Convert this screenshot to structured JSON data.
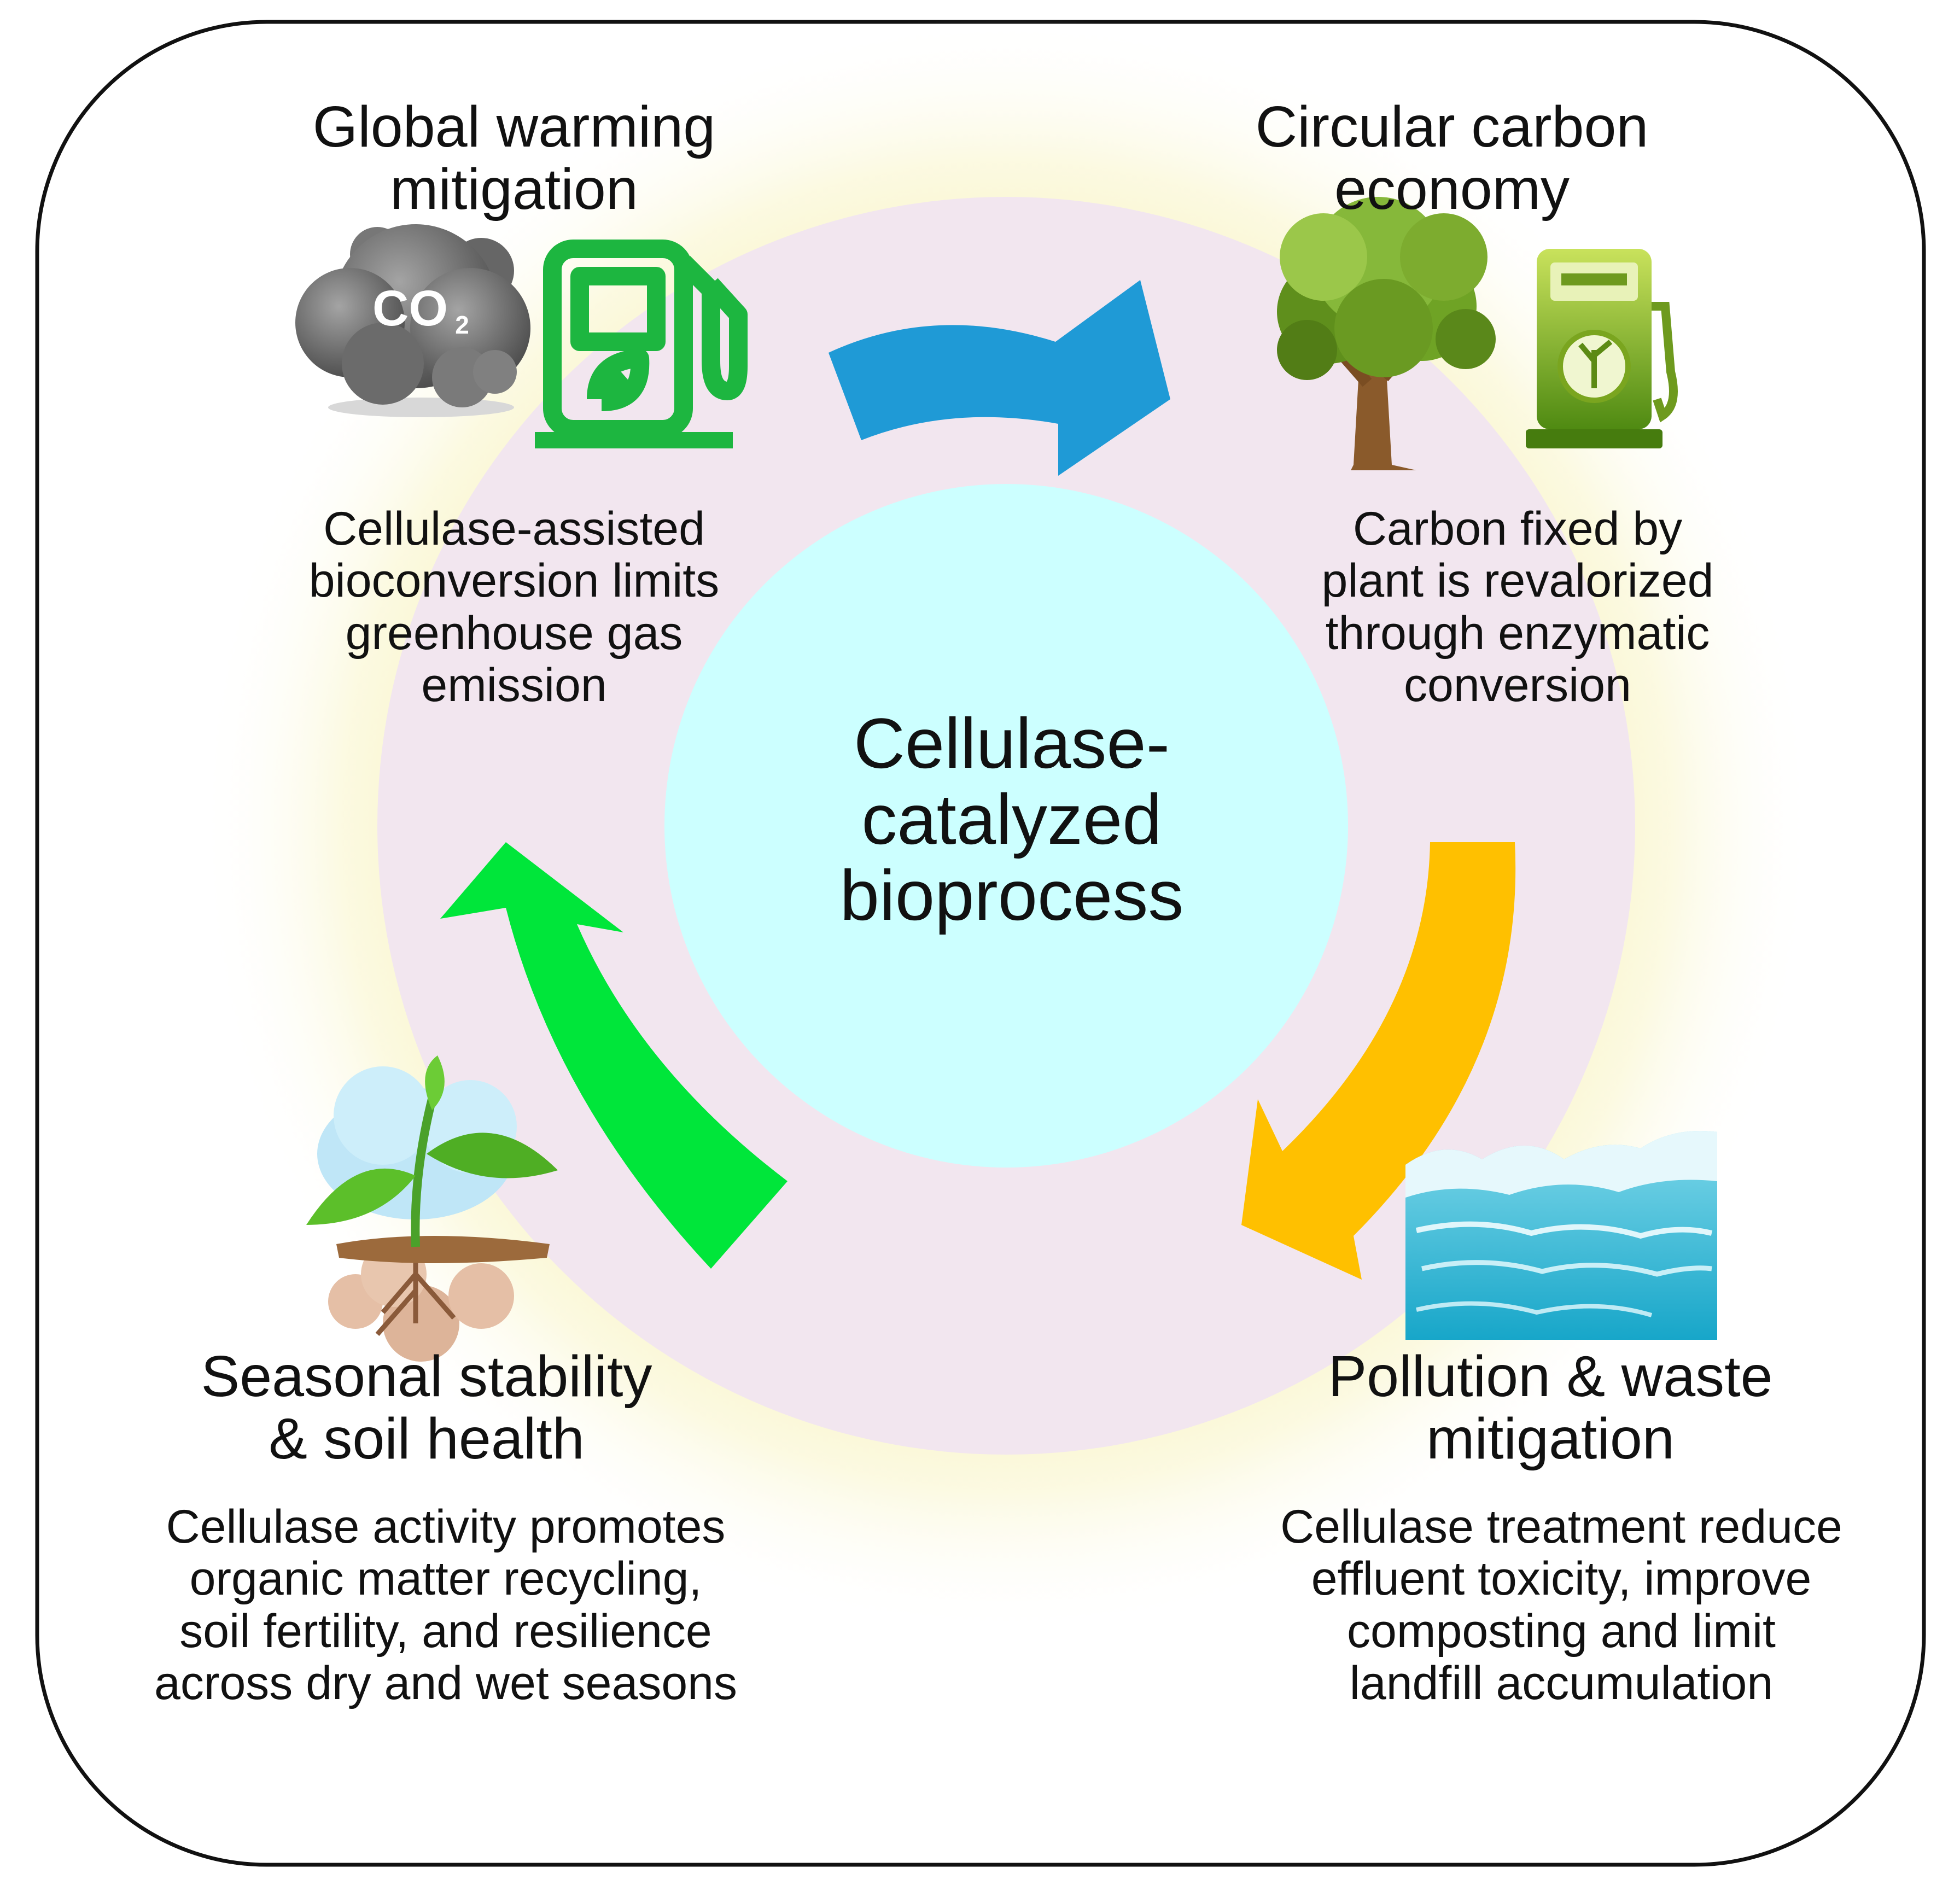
{
  "center": {
    "title": "Cellulase-\ncatalyzed\nbioprocess"
  },
  "quadrants": {
    "global_warming": {
      "title": "Global warming\nmitigation",
      "description": "Cellulase-assisted\nbioconversion limits\ngreenhouse gas\nemission",
      "icons": [
        "co2-cloud-icon",
        "green-fuel-pump-icon"
      ],
      "co2_label": "CO",
      "co2_subscript": "2"
    },
    "circular_carbon": {
      "title": "Circular carbon\neconomy",
      "description": "Carbon fixed by\nplant is revalorized\nthrough enzymatic\nconversion",
      "icons": [
        "tree-icon",
        "biofuel-pump-icon"
      ]
    },
    "seasonal_stability": {
      "title": "Seasonal stability\n& soil health",
      "description": "Cellulase activity promotes\norganic matter recycling,\nsoil fertility, and resilience\nacross dry and wet seasons",
      "icons": [
        "seedling-soil-icon"
      ]
    },
    "pollution_waste": {
      "title": "Pollution & waste\nmitigation",
      "description": "Cellulase treatment reduce\neffluent toxicity, improve\ncomposting and limit\nlandfill accumulation",
      "icons": [
        "water-waves-icon"
      ]
    }
  },
  "colors": {
    "center_circle": "#ccffff",
    "ring": "#f2e6ef",
    "glow": "#f7f2b0",
    "arrow_top": "#1f9ad6",
    "arrow_right": "#ffc000",
    "arrow_left": "#00e63a",
    "frame": "#111111"
  }
}
